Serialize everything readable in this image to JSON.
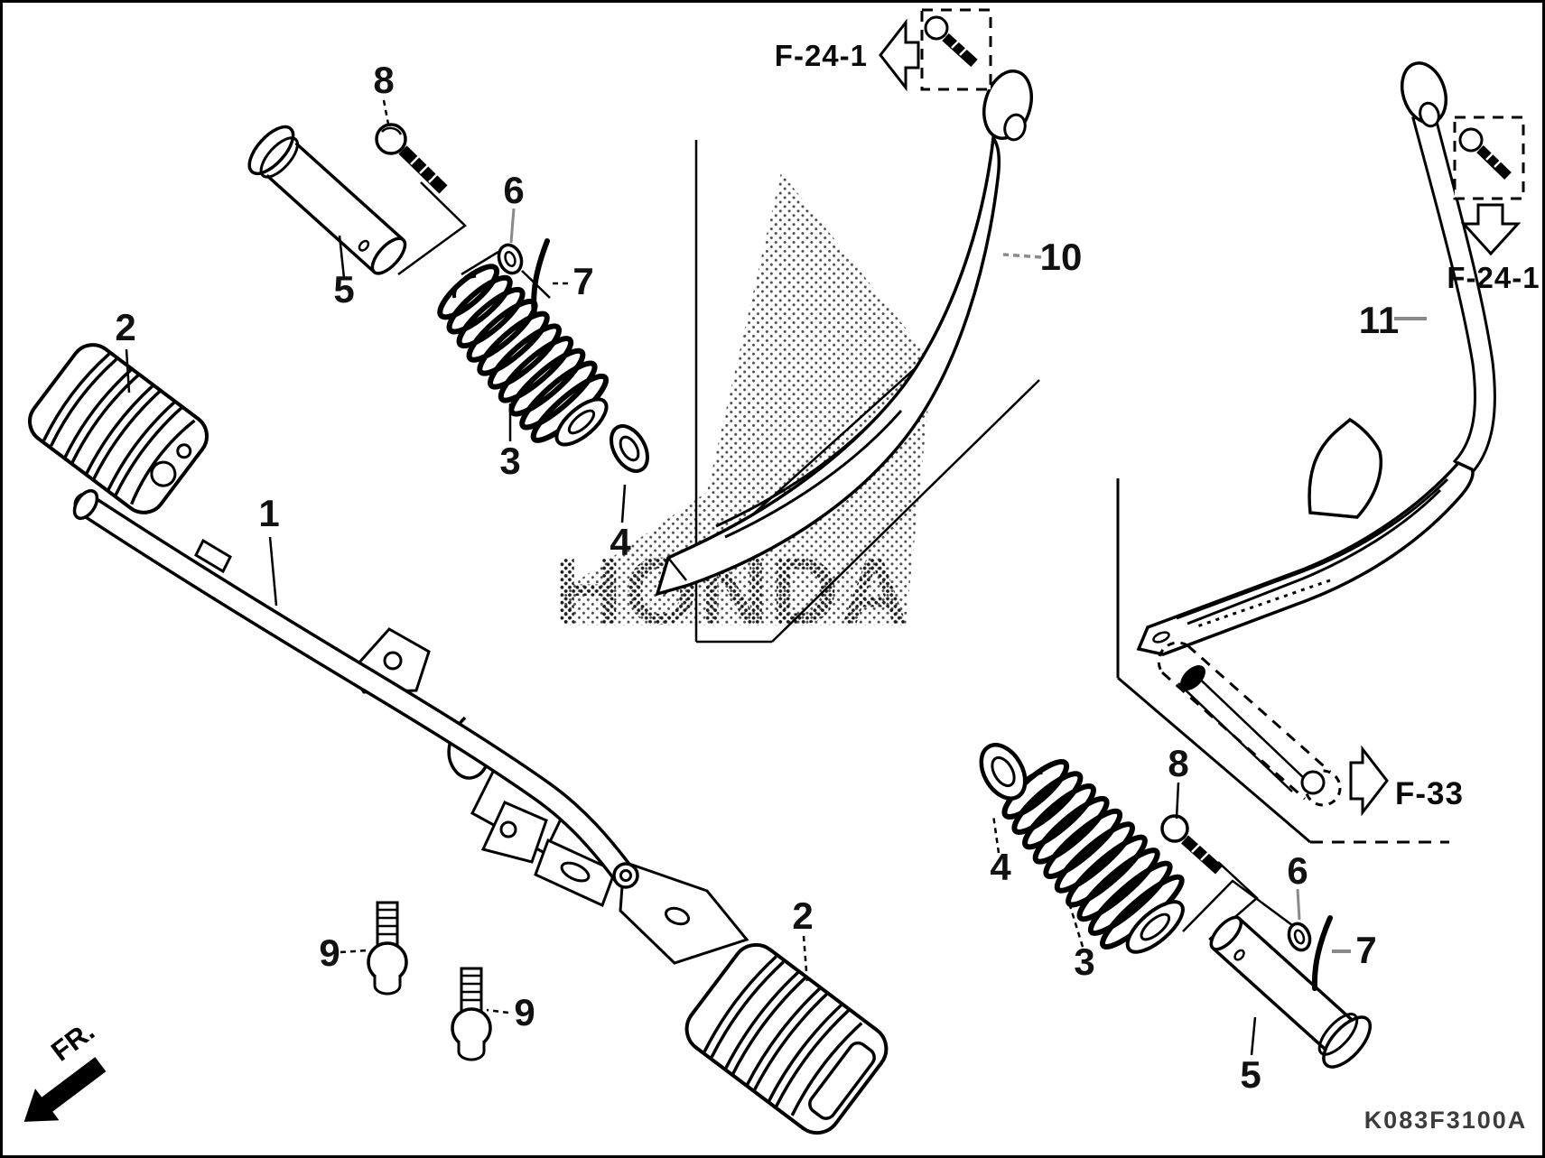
{
  "diagram": {
    "watermark": "HONDA",
    "code": "K083F3100A",
    "front_indicator": "FR.",
    "references": {
      "top_left_arrow": "F-24-1",
      "right_down_arrow": "F-24-1",
      "bottom_right_arrow": "F-33"
    },
    "callouts": [
      {
        "id": "callout-8-left",
        "label": "8"
      },
      {
        "id": "callout-5-left",
        "label": "5"
      },
      {
        "id": "callout-6-left",
        "label": "6"
      },
      {
        "id": "callout-7-left",
        "label": "7"
      },
      {
        "id": "callout-2-left",
        "label": "2"
      },
      {
        "id": "callout-3-left",
        "label": "3"
      },
      {
        "id": "callout-4-left",
        "label": "4"
      },
      {
        "id": "callout-1",
        "label": "1"
      },
      {
        "id": "callout-9-left",
        "label": "9"
      },
      {
        "id": "callout-9-right",
        "label": "9"
      },
      {
        "id": "callout-2-bottom",
        "label": "2"
      },
      {
        "id": "callout-10",
        "label": "10"
      },
      {
        "id": "callout-11",
        "label": "11"
      },
      {
        "id": "callout-4-right",
        "label": "4"
      },
      {
        "id": "callout-3-right",
        "label": "3"
      },
      {
        "id": "callout-8-right",
        "label": "8"
      },
      {
        "id": "callout-6-right",
        "label": "6"
      },
      {
        "id": "callout-7-right",
        "label": "7"
      },
      {
        "id": "callout-5-right",
        "label": "5"
      }
    ],
    "colors": {
      "line": "#000000",
      "leader_gray": "#8a8a8a",
      "code_text": "#3c3c3c",
      "background": "#ffffff"
    }
  }
}
